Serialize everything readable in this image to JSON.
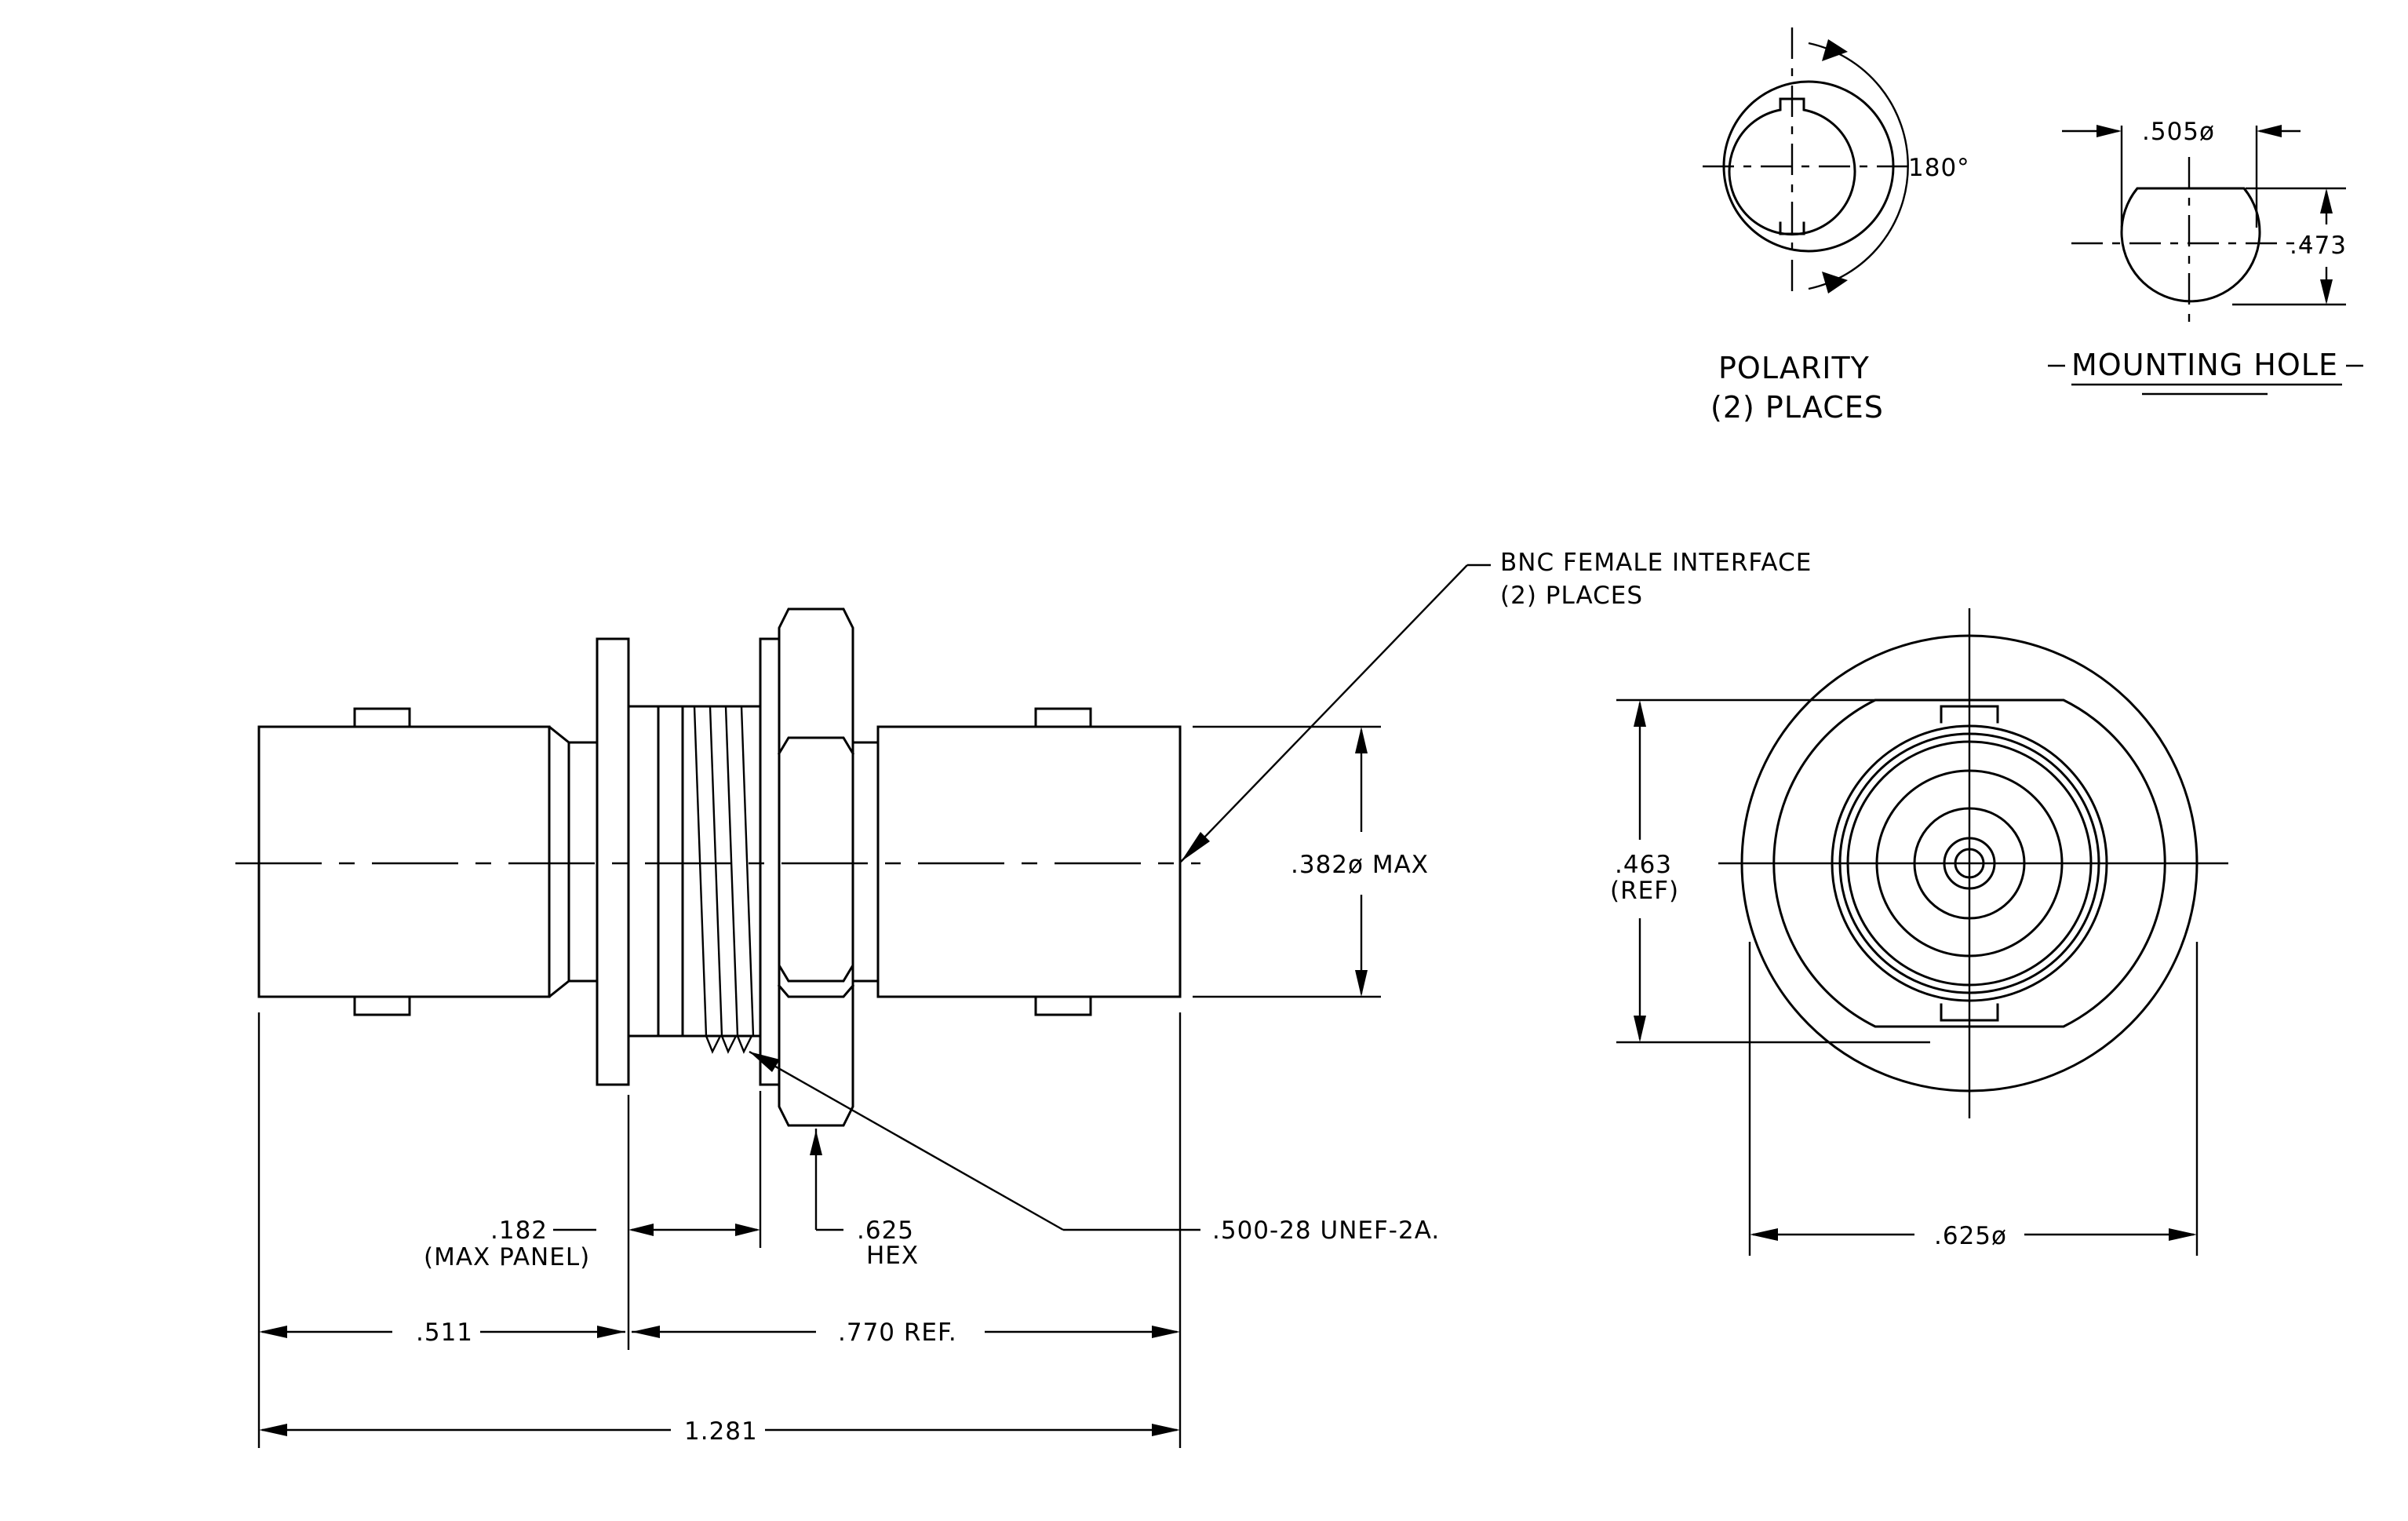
{
  "labels": {
    "polarity_line1": "POLARITY",
    "polarity_line2": "(2) PLACES",
    "angle_180": "180°",
    "mounting_hole": "MOUNTING HOLE",
    "dim_505": ".505ø",
    "dim_473": ".473",
    "bnc_line1": "BNC FEMALE INTERFACE",
    "bnc_line2": "(2)  PLACES",
    "dim_382": ".382ø MAX",
    "dim_463_line1": ".463",
    "dim_463_line2": "(REF)",
    "dim_182_line1": ".182",
    "dim_182_line2": "(MAX PANEL)",
    "dim_625hex_line1": ".625",
    "dim_625hex_line2": "HEX",
    "thread": ".500-28 UNEF-2A.",
    "dim_511": ".511",
    "dim_770": ".770 REF.",
    "dim_1281": "1.281",
    "dim_625dia": ".625ø"
  }
}
